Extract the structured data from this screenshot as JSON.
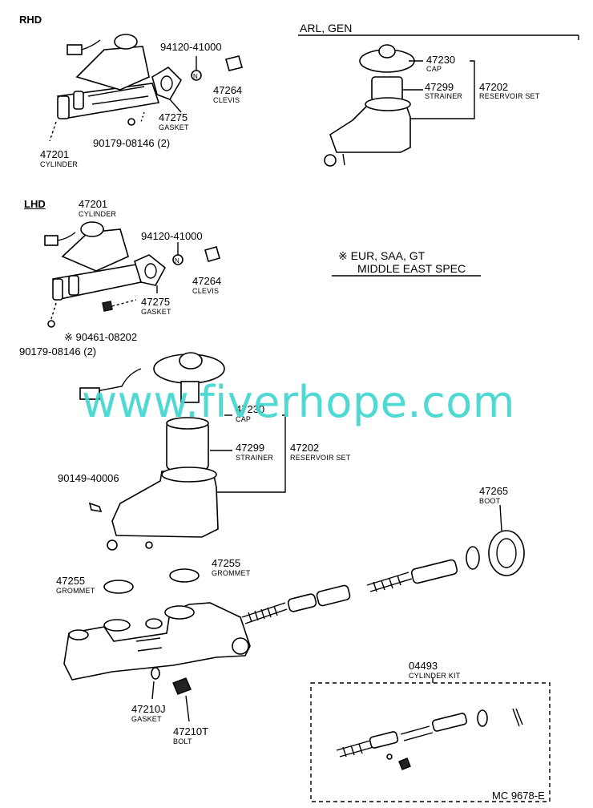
{
  "sections": {
    "rhd": "RHD",
    "lhd": "LHD",
    "arl": "ARL, GEN",
    "spec_line1": "※ EUR, SAA, GT",
    "spec_line2": "MIDDLE EAST SPEC"
  },
  "parts": {
    "rhd_p1": "94120-41000",
    "rhd_p2": "47264",
    "rhd_p2n": "CLEVIS",
    "rhd_p3": "47275",
    "rhd_p3n": "GASKET",
    "rhd_p4": "90179-08146 (2)",
    "rhd_p5": "47201",
    "rhd_p5n": "CYLINDER",
    "arl_p1": "47230",
    "arl_p1n": "CAP",
    "arl_p2": "47299",
    "arl_p2n": "STRAINER",
    "arl_p3": "47202",
    "arl_p3n": "RESERVOIR SET",
    "lhd_p1": "47201",
    "lhd_p1n": "CYLINDER",
    "lhd_p2": "94120-41000",
    "lhd_p3": "47264",
    "lhd_p3n": "CLEVIS",
    "lhd_p4": "47275",
    "lhd_p4n": "GASKET",
    "lhd_p5": "※ 90461-08202",
    "lhd_p6": "90179-08146 (2)",
    "res_p1": "47230",
    "res_p1n": "CAP",
    "res_p2": "47299",
    "res_p2n": "STRAINER",
    "res_p3": "47202",
    "res_p3n": "RESERVOIR SET",
    "res_p4": "90149-40006",
    "boot": "47265",
    "boot_n": "BOOT",
    "grom1": "47255",
    "grom1n": "GROMMET",
    "grom2": "47255",
    "grom2n": "GROMMET",
    "kit": "04493",
    "kit_n": "CYLINDER KIT",
    "gasket": "47210J",
    "gasket_n": "GASKET",
    "bolt": "47210T",
    "bolt_n": "BOLT",
    "drawing_no": "MC 9678-E"
  },
  "watermark": "www.fiverhope.com",
  "colors": {
    "watermark": "#3fd6cf",
    "ink": "#000000"
  },
  "icons": {
    "n_symbol": "N"
  }
}
